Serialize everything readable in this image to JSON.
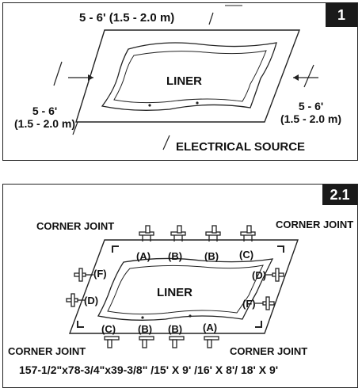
{
  "step1": {
    "number": "1",
    "dim_top": "5 - 6' (1.5 - 2.0 m)",
    "dim_left_line1": "5 - 6'",
    "dim_left_line2": "(1.5 - 2.0 m)",
    "dim_right_line1": "5 - 6'",
    "dim_right_line2": "(1.5 - 2.0 m)",
    "liner": "LINER",
    "electrical": "ELECTRICAL SOURCE"
  },
  "step2": {
    "number": "2.1",
    "corner_tl": "CORNER JOINT",
    "corner_tr": "CORNER JOINT",
    "corner_bl": "CORNER JOINT",
    "corner_br": "CORNER JOINT",
    "liner": "LINER",
    "top_labels": [
      "(A)",
      "(B)",
      "(B)",
      "(C)"
    ],
    "bottom_labels": [
      "(C)",
      "(B)",
      "(B)",
      "(A)"
    ],
    "left_labels": [
      "(F)",
      "(D)"
    ],
    "right_labels": [
      "(D)",
      "(F)"
    ],
    "sizes": "157-1/2\"x78-3/4\"x39-3/8\" /15' X 9' /16' X 8'/ 18' X 9'"
  }
}
